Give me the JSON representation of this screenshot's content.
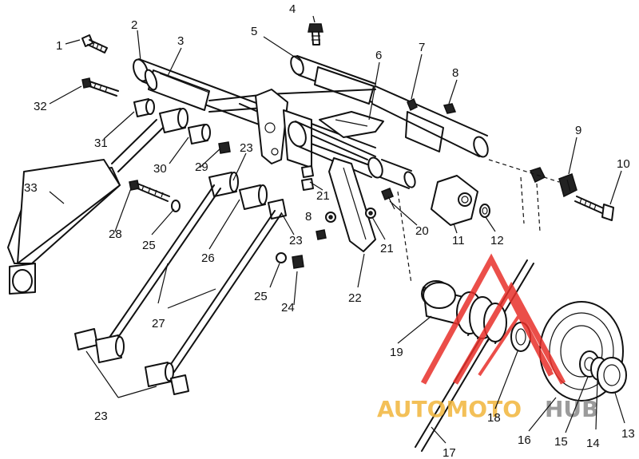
{
  "callouts": [
    {
      "id": "c1",
      "text": "1"
    },
    {
      "id": "c2",
      "text": "2"
    },
    {
      "id": "c3",
      "text": "3"
    },
    {
      "id": "c4",
      "text": "4"
    },
    {
      "id": "c5",
      "text": "5"
    },
    {
      "id": "c6",
      "text": "6"
    },
    {
      "id": "c7",
      "text": "7"
    },
    {
      "id": "c8a",
      "text": "8"
    },
    {
      "id": "c8b",
      "text": "8"
    },
    {
      "id": "c9",
      "text": "9"
    },
    {
      "id": "c10",
      "text": "10"
    },
    {
      "id": "c11",
      "text": "11"
    },
    {
      "id": "c12",
      "text": "12"
    },
    {
      "id": "c13",
      "text": "13"
    },
    {
      "id": "c14",
      "text": "14"
    },
    {
      "id": "c15",
      "text": "15"
    },
    {
      "id": "c16",
      "text": "16"
    },
    {
      "id": "c17",
      "text": "17"
    },
    {
      "id": "c18",
      "text": "18"
    },
    {
      "id": "c19",
      "text": "19"
    },
    {
      "id": "c20",
      "text": "20"
    },
    {
      "id": "c21a",
      "text": "21"
    },
    {
      "id": "c21b",
      "text": "21"
    },
    {
      "id": "c22",
      "text": "22"
    },
    {
      "id": "c23a",
      "text": "23"
    },
    {
      "id": "c23b",
      "text": "23"
    },
    {
      "id": "c23c",
      "text": "23"
    },
    {
      "id": "c24",
      "text": "24"
    },
    {
      "id": "c25a",
      "text": "25"
    },
    {
      "id": "c25b",
      "text": "25"
    },
    {
      "id": "c26",
      "text": "26"
    },
    {
      "id": "c27",
      "text": "27"
    },
    {
      "id": "c28",
      "text": "28"
    },
    {
      "id": "c29",
      "text": "29"
    },
    {
      "id": "c30",
      "text": "30"
    },
    {
      "id": "c31",
      "text": "31"
    },
    {
      "id": "c32",
      "text": "32"
    },
    {
      "id": "c33",
      "text": "33"
    }
  ],
  "watermark": {
    "text_auto": "AUTOMOTO",
    "text_hub": "HUB",
    "color_primary": "#e8302a",
    "color_auto": "#f2b63c",
    "color_hub": "#8a8a8a"
  },
  "colors": {
    "line": "#111111",
    "background": "#ffffff"
  }
}
